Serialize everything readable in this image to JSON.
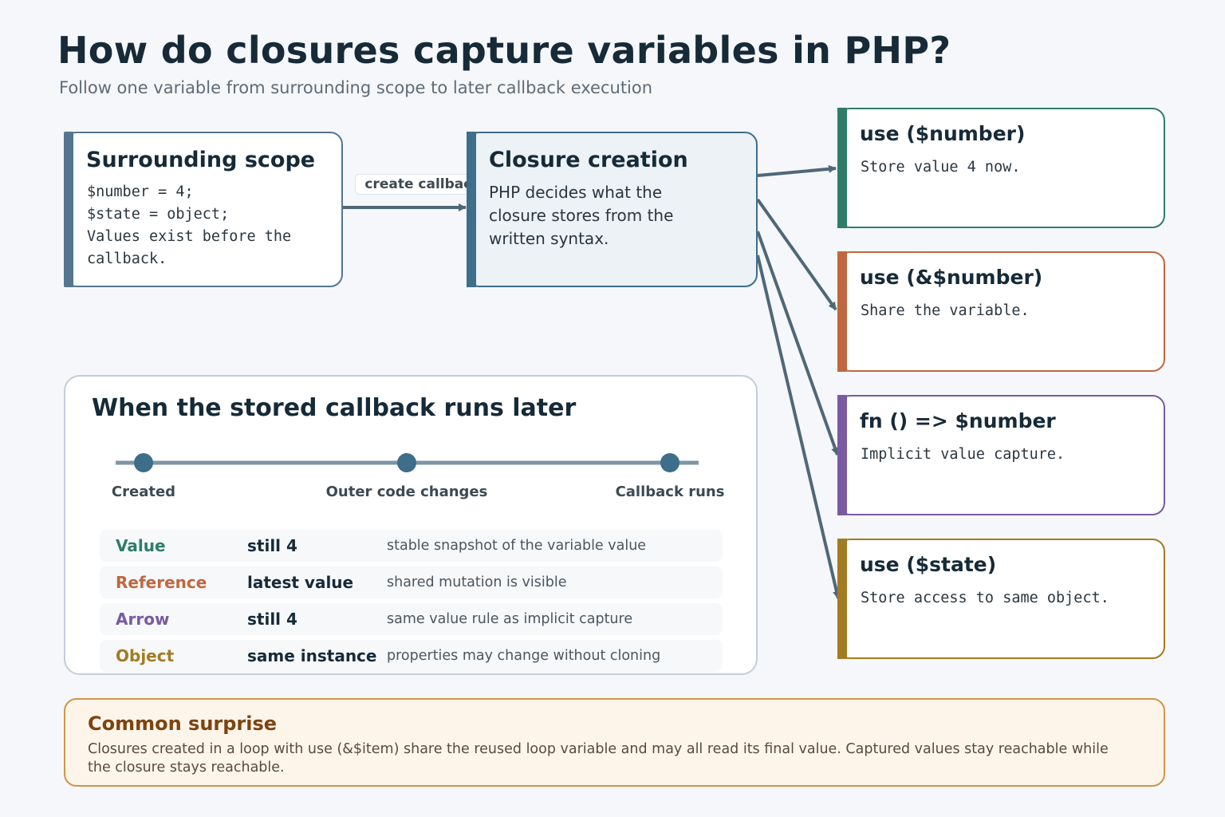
{
  "header": {
    "title": "How do closures capture variables in PHP?",
    "subtitle": "Follow one variable from surrounding scope to later callback execution"
  },
  "scope_card": {
    "title": "Surrounding scope",
    "body": "$number = 4;\n$state = object;\nValues exist before the\ncallback."
  },
  "edge_label": "create callback",
  "creation_card": {
    "title": "Closure creation",
    "body": "PHP decides what the\nclosure stores from the\nwritten syntax."
  },
  "capture_cards": [
    {
      "title": "use ($number)",
      "body": "Store value 4 now.",
      "color": "#2e7d6b"
    },
    {
      "title": "use (&$number)",
      "body": "Share the variable.",
      "color": "#c0673f"
    },
    {
      "title": "fn () => $number",
      "body": "Implicit value capture.",
      "color": "#7a5aa3"
    },
    {
      "title": "use ($state)",
      "body": "Store access to same object.",
      "color": "#a37b22"
    }
  ],
  "timeline": {
    "title": "When the stored callback runs later",
    "steps": [
      "Created",
      "Outer code changes",
      "Callback runs"
    ],
    "rows": [
      {
        "kind": "Value",
        "result": "still 4",
        "note": "stable snapshot of the variable value",
        "color": "#2e7d6b"
      },
      {
        "kind": "Reference",
        "result": "latest value",
        "note": "shared mutation is visible",
        "color": "#c0673f"
      },
      {
        "kind": "Arrow",
        "result": "still 4",
        "note": "same value rule as implicit capture",
        "color": "#7a5aa3"
      },
      {
        "kind": "Object",
        "result": "same instance",
        "note": "properties may change without cloning",
        "color": "#a37b22"
      }
    ]
  },
  "surprise": {
    "title": "Common surprise",
    "text": "Closures created in a loop with use (&$item) share the reused loop variable and may all read its final value. Captured values stay reachable while the closure stays reachable."
  },
  "colors": {
    "scope": "#55768f",
    "creation_fill": "#ecf2f6",
    "arrow": "#4f6878",
    "timeline_dot": "#3d6e8a"
  }
}
